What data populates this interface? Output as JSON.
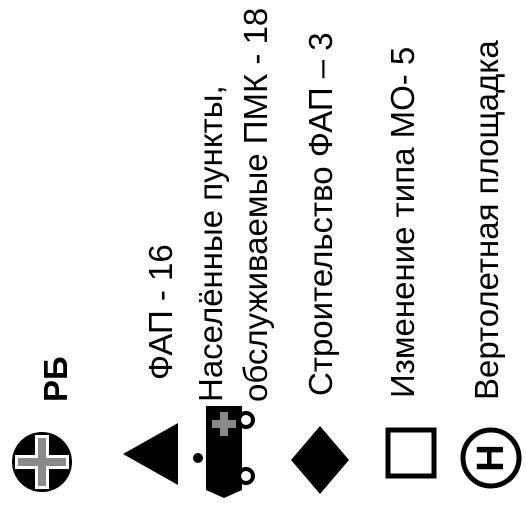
{
  "legend": {
    "items": [
      {
        "icon": "hospital-cross-icon",
        "label": "РБ"
      },
      {
        "icon": "triangle-icon",
        "label": "ФАП - 16"
      },
      {
        "icon": "ambulance-icon",
        "label_line1": "Населённые пункты,",
        "label_line2": "обслуживаемые ПМК - 18"
      },
      {
        "icon": "diamond-icon",
        "label": "Строительство ФАП – 3"
      },
      {
        "icon": "square-outline-icon",
        "label": "Изменение типа МО- 5"
      },
      {
        "icon": "helipad-icon",
        "label": "Вертолетная площадка",
        "icon_glyph": "H"
      }
    ]
  },
  "colors": {
    "ink": "#000000",
    "background": "#ffffff",
    "icon_gray": "#8a8a8a"
  }
}
